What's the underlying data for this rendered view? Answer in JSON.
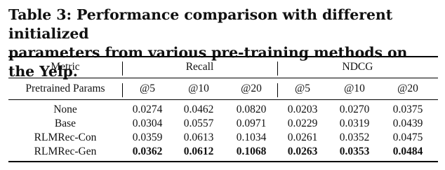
{
  "caption": "Table 3: Performance comparison with different initialized parameters from various pre-training methods on the Yelp.",
  "caption_line1": "Table 3: Performance comparison with different initialized",
  "caption_line2": "parameters from various pre-training methods on the Yelp.",
  "header": {
    "metric_label": "Metric",
    "groups": [
      "Recall",
      "NDCG"
    ],
    "param_label": "Pretrained Params",
    "ks": [
      "@5",
      "@10",
      "@20",
      "@5",
      "@10",
      "@20"
    ]
  },
  "rows": [
    {
      "name": "None",
      "values": [
        "0.0274",
        "0.0462",
        "0.0820",
        "0.0203",
        "0.0270",
        "0.0375"
      ],
      "bold": false
    },
    {
      "name": "Base",
      "values": [
        "0.0304",
        "0.0557",
        "0.0971",
        "0.0229",
        "0.0319",
        "0.0439"
      ],
      "bold": false
    },
    {
      "name": "RLMRec-Con",
      "values": [
        "0.0359",
        "0.0613",
        "0.1034",
        "0.0261",
        "0.0352",
        "0.0475"
      ],
      "bold": false
    },
    {
      "name": "RLMRec-Gen",
      "values": [
        "0.0362",
        "0.0612",
        "0.1068",
        "0.0263",
        "0.0353",
        "0.0484"
      ],
      "bold": true
    }
  ]
}
